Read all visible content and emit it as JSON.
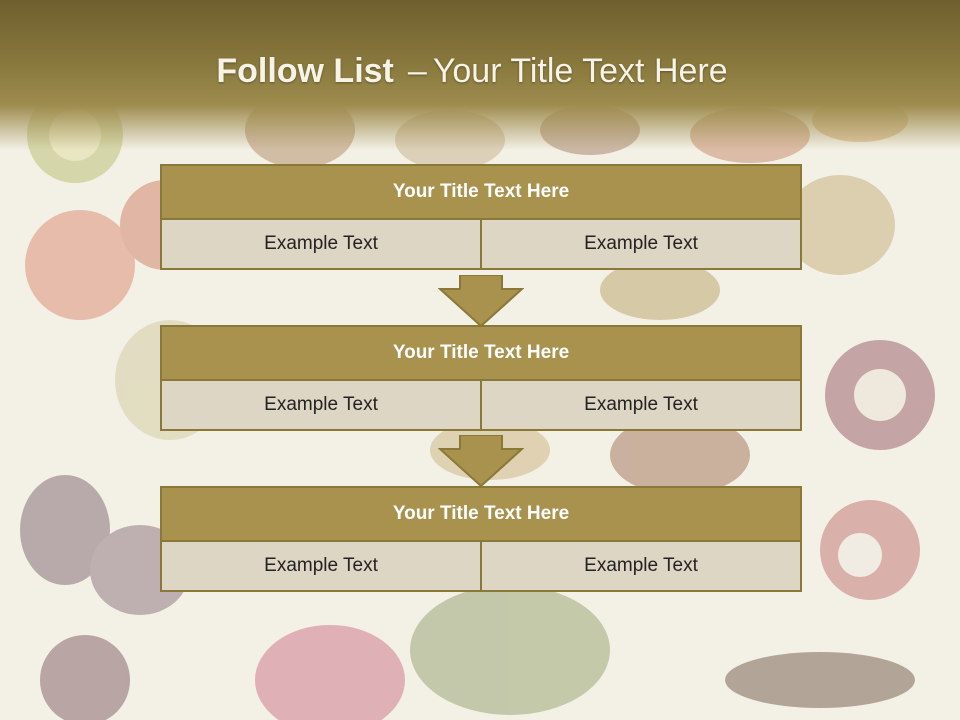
{
  "slide": {
    "title_bold": "Follow List",
    "title_sep": "–",
    "title_rest": "Your Title Text Here"
  },
  "blocks": [
    {
      "title": "Your Title Text Here",
      "cells": [
        "Example Text",
        "Example Text"
      ]
    },
    {
      "title": "Your Title Text Here",
      "cells": [
        "Example Text",
        "Example Text"
      ]
    },
    {
      "title": "Your Title Text Here",
      "cells": [
        "Example Text",
        "Example Text"
      ]
    }
  ],
  "colors": {
    "header": "#8a7a3e",
    "block_title": "#a8924e",
    "cell": "#ddd6c4",
    "border": "#8a7838"
  }
}
